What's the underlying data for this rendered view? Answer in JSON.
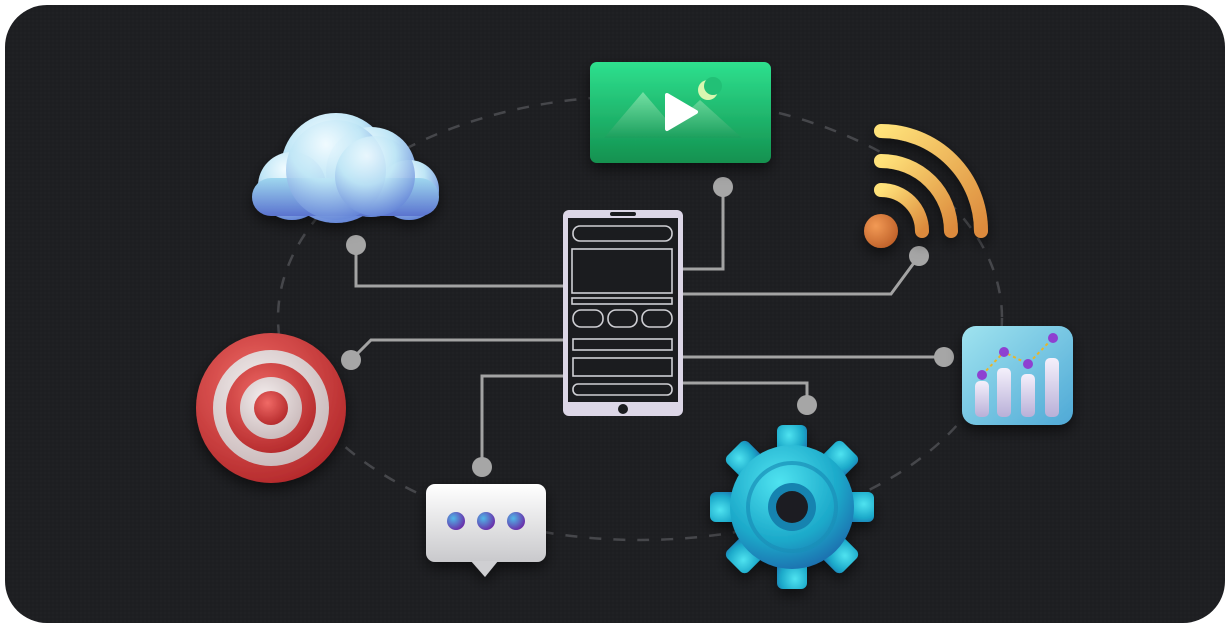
{
  "diagram": {
    "hub": {
      "icon": "smartphone-wireframe-icon"
    },
    "nodes": [
      {
        "id": "cloud",
        "icon": "cloud-icon"
      },
      {
        "id": "media",
        "icon": "video-image-icon"
      },
      {
        "id": "wifi",
        "icon": "wifi-signal-icon"
      },
      {
        "id": "target",
        "icon": "target-icon"
      },
      {
        "id": "analytics",
        "icon": "bar-chart-icon"
      },
      {
        "id": "chat",
        "icon": "chat-bubble-icon"
      },
      {
        "id": "settings",
        "icon": "gear-icon"
      }
    ]
  },
  "colors": {
    "background": "#1e1f22",
    "connector": "#a3a3a3",
    "dashed_orbit": "#4a4b4f",
    "hub_frame": "#dcd6e6",
    "media": "#1fb56a",
    "wifi": "#e9a64a",
    "target": "#d9403e",
    "gear": "#24aecd",
    "cloud": "#bfe6f6",
    "chart": "#6fcbe0",
    "chat_dot": "#5b6fd1"
  }
}
